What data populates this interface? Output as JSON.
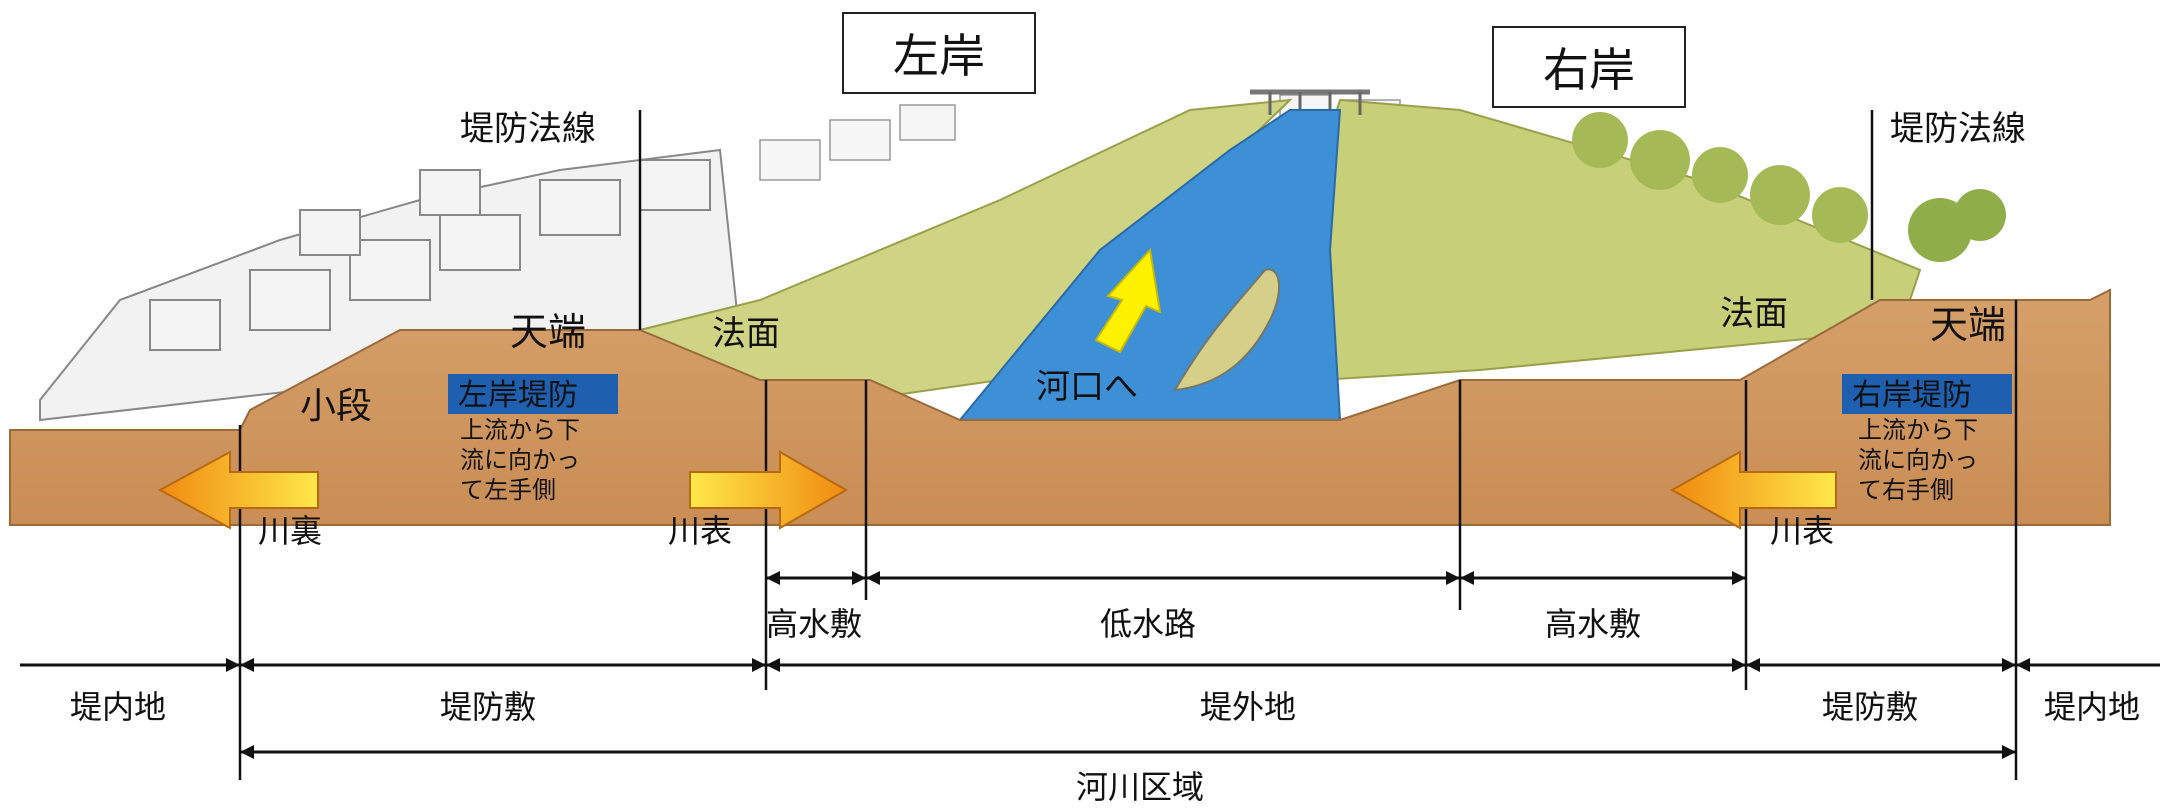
{
  "banks": {
    "left": "左岸",
    "right": "右岸"
  },
  "labels": {
    "levee_line_left": "堤防法線",
    "levee_line_right": "堤防法線",
    "crown_left": "天端",
    "crown_right": "天端",
    "slope_left": "法面",
    "slope_right": "法面",
    "berm": "小段",
    "to_estuary": "河口へ",
    "land_side": "川裏",
    "river_side_left": "川表",
    "river_side_right": "川表"
  },
  "left_levee": {
    "title": "左岸堤防",
    "desc": [
      "上流から下",
      "流に向かっ",
      "て左手側"
    ]
  },
  "right_levee": {
    "title": "右岸堤防",
    "desc": [
      "上流から下",
      "流に向かっ",
      "て右手側"
    ]
  },
  "dimensions": {
    "high_water_bed_left": "高水敷",
    "low_water_channel": "低水路",
    "high_water_bed_right": "高水敷",
    "inland_left": "堤内地",
    "levee_site_left": "堤防敷",
    "outside_levee": "堤外地",
    "levee_site_right": "堤防敷",
    "inland_right": "堤内地",
    "river_area": "河川区域"
  },
  "colors": {
    "soil": "#d8a46c",
    "water": "#3d8fd6",
    "grass": "#c9cf7a",
    "label_box": "#1f5fb0",
    "arrow": "#f5a020"
  }
}
